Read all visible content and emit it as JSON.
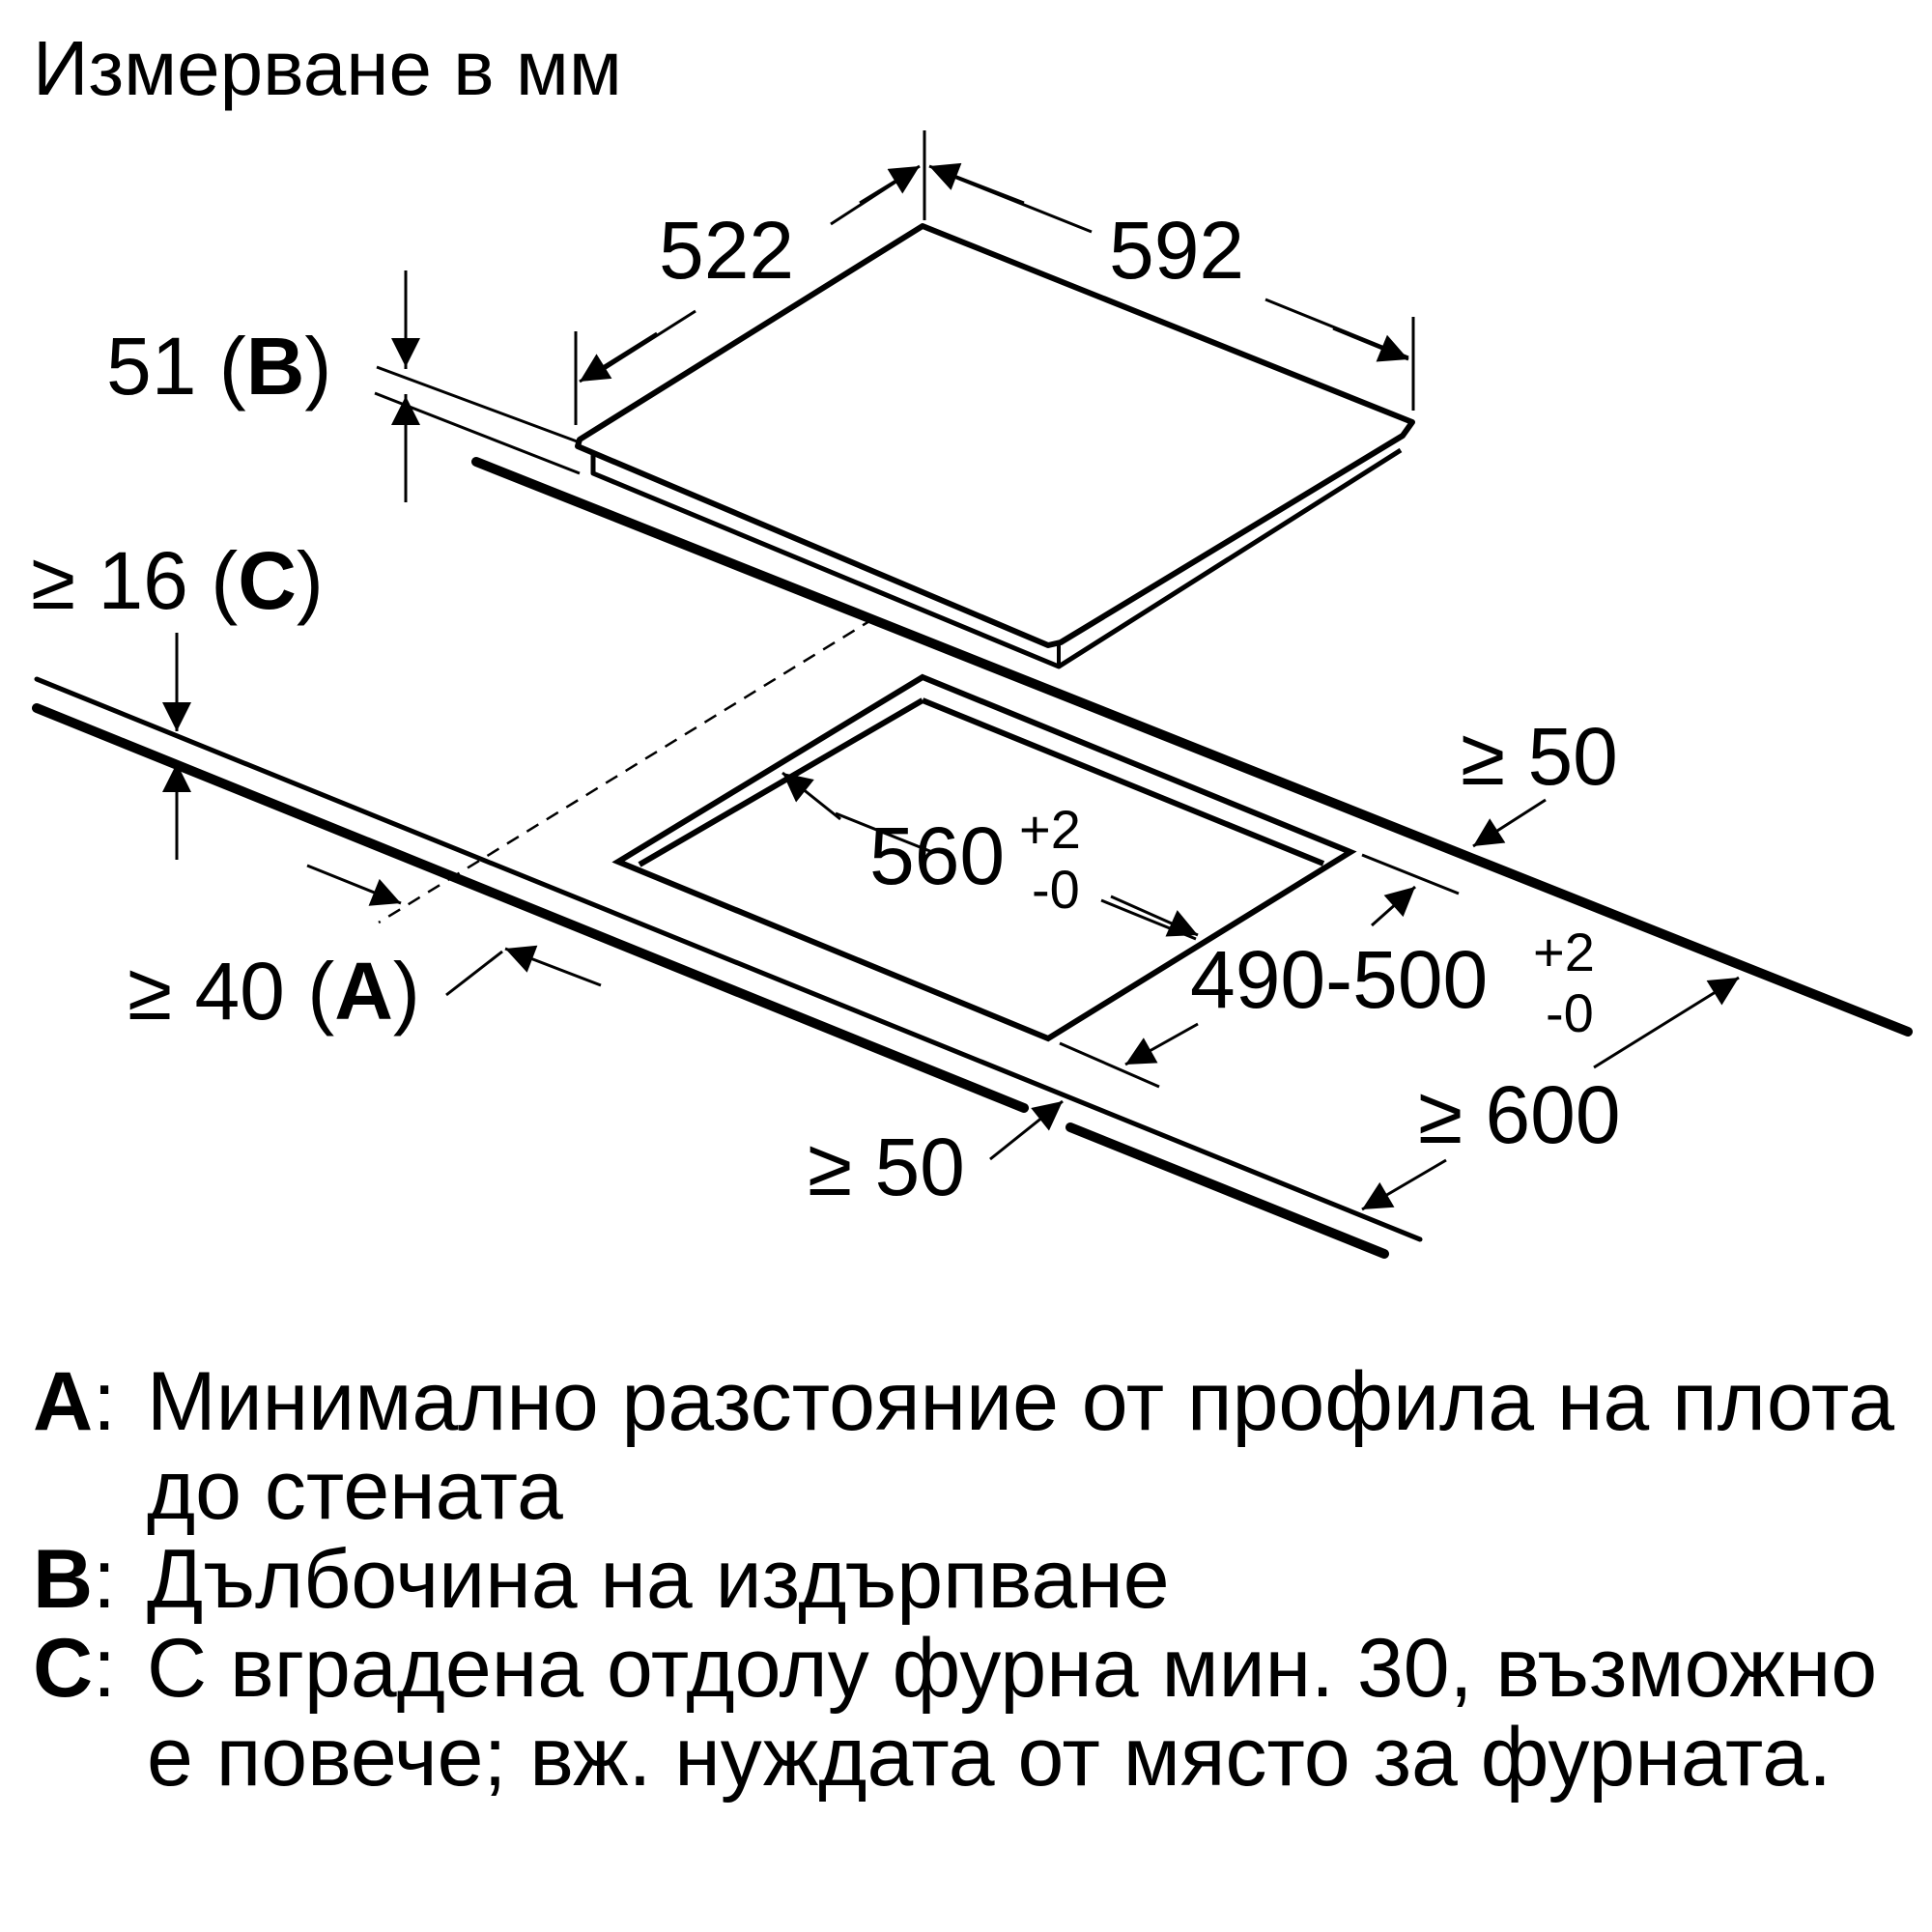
{
  "title": "Измерване в мм",
  "dimensions": {
    "hob_depth": "522",
    "hob_width": "592",
    "hob_height_value": "51 (",
    "hob_height_letter": "B",
    "hob_height_close": ")",
    "gap_c_value": "≥ 16 (",
    "gap_c_letter": "C",
    "gap_c_close": ")",
    "cutout_width": "560",
    "cutout_width_tol_plus": "+2",
    "cutout_width_tol_minus": "-0",
    "cutout_depth": "490-500",
    "cutout_depth_tol_plus": "+2",
    "cutout_depth_tol_minus": "-0",
    "wall_a_value": "≥ 40 (",
    "wall_a_letter": "A",
    "wall_a_close": ")",
    "side_right": "≥ 50",
    "front_gap": "≥ 50",
    "depth_total": "≥ 600"
  },
  "legend": [
    {
      "key": "A",
      "separator": ":",
      "text": "Минимално разстояние от профила на плота до стената"
    },
    {
      "key": "B",
      "separator": ":",
      "text": "Дълбочина на издърпване"
    },
    {
      "key": "C",
      "separator": ":",
      "text": "С вградена отдолу фурна мин. 30, възможно е повече; вж. нуждата от място за фурната."
    }
  ]
}
